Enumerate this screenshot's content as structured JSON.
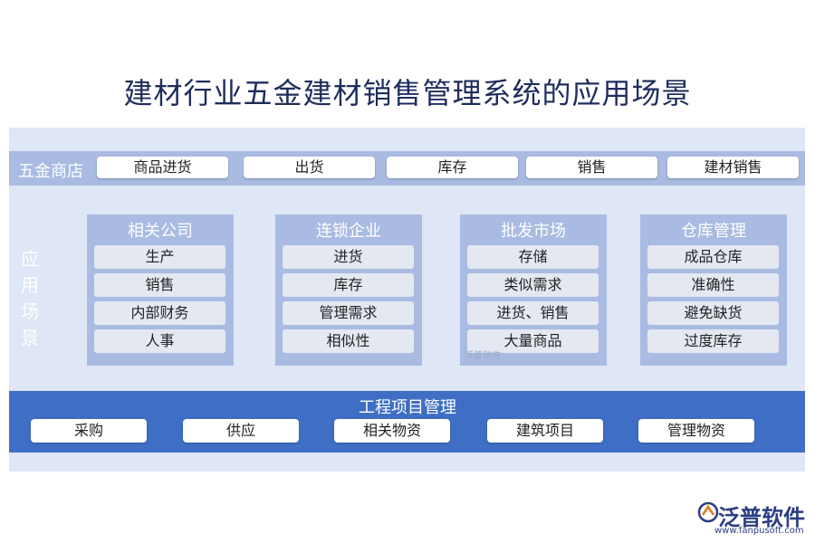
{
  "title": "建材行业五金建材销售管理系统的应用场景",
  "top_band": {
    "label": "五金商店",
    "items": [
      "商品进货",
      "出货",
      "库存",
      "销售",
      "建材销售"
    ]
  },
  "side_label": "应用场景",
  "cards": [
    {
      "title": "相关公司",
      "items": [
        "生产",
        "销售",
        "内部财务",
        "人事"
      ]
    },
    {
      "title": "连锁企业",
      "items": [
        "进货",
        "库存",
        "管理需求",
        "相似性"
      ]
    },
    {
      "title": "批发市场",
      "items": [
        "存储",
        "类似需求",
        "进货、销售",
        "大量商品"
      ]
    },
    {
      "title": "仓库管理",
      "items": [
        "成品仓库",
        "准确性",
        "避免缺货",
        "过度库存"
      ]
    }
  ],
  "bottom_band": {
    "title": "工程项目管理",
    "items": [
      "采购",
      "供应",
      "相关物资",
      "建筑项目",
      "管理物资"
    ]
  },
  "watermark": "泛普软件",
  "logo": {
    "name": "泛普软件",
    "url": "www.fanpusoft.com",
    "icon": "fanpu-logo-icon",
    "color": "#2a3e82"
  }
}
